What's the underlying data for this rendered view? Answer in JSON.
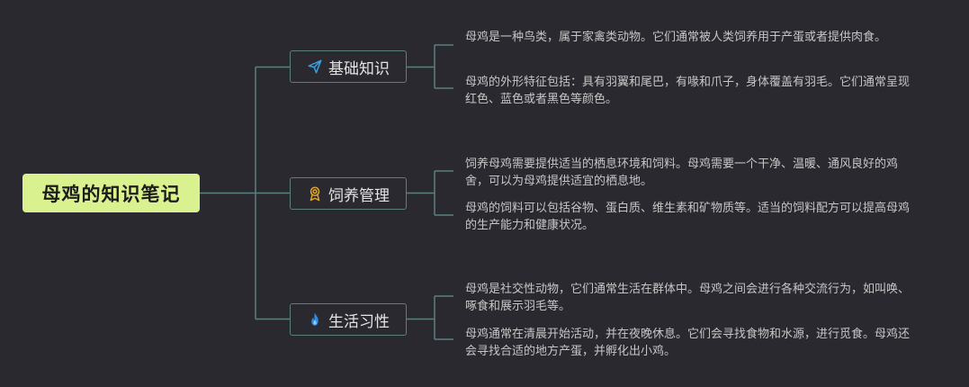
{
  "colors": {
    "background": "#2b2930",
    "root_fill": "#d9f18f",
    "connector": "#5c7f80",
    "branch_text": "#e4e4e4",
    "leaf_text": "#c6c6c6"
  },
  "root": {
    "label": "母鸡的知识笔记"
  },
  "branches": [
    {
      "label": "基础知识",
      "icon": "paper-plane-icon",
      "icon_color": "#3aa0e0",
      "leaves": [
        "母鸡是一种鸟类，属于家禽类动物。它们通常被人类饲养用于产蛋或者提供肉食。",
        "母鸡的外形特征包括：具有羽翼和尾巴，有喙和爪子，身体覆盖有羽毛。它们通常呈现红色、蓝色或者黑色等颜色。"
      ]
    },
    {
      "label": "饲养管理",
      "icon": "award-ribbon-icon",
      "icon_color": "#e0a72a",
      "leaves": [
        "饲养母鸡需要提供适当的栖息环境和饲料。母鸡需要一个干净、温暖、通风良好的鸡舍，可以为母鸡提供适宜的栖息地。",
        "母鸡的饲料可以包括谷物、蛋白质、维生素和矿物质等。适当的饲料配方可以提高母鸡的生产能力和健康状况。"
      ]
    },
    {
      "label": "生活习性",
      "icon": "flame-icon",
      "icon_color": "#2f8de4",
      "leaves": [
        "母鸡是社交性动物，它们通常生活在群体中。母鸡之间会进行各种交流行为，如叫唤、啄食和展示羽毛等。",
        "母鸡通常在清晨开始活动，并在夜晚休息。它们会寻找食物和水源，进行觅食。母鸡还会寻找合适的地方产蛋，并孵化出小鸡。"
      ]
    }
  ]
}
